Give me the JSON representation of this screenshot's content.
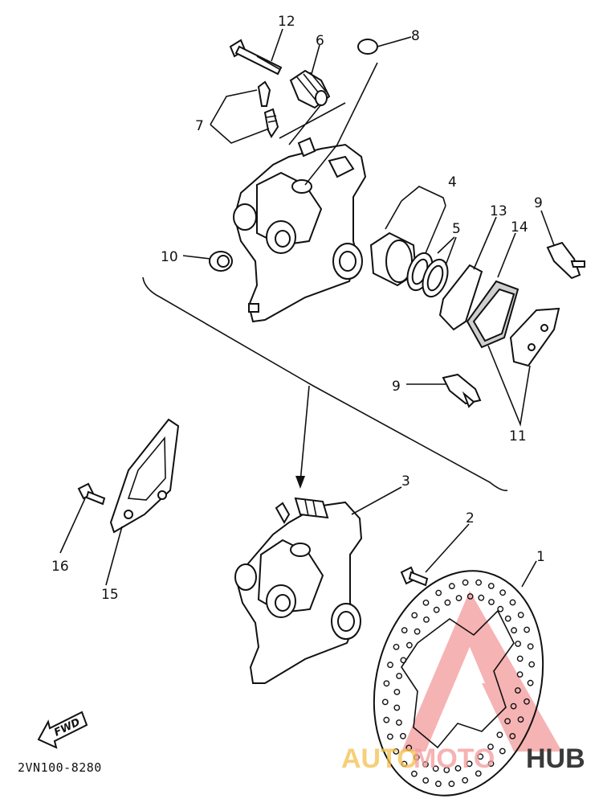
{
  "diagram": {
    "code": "2VN100-8280",
    "fwd_label": "FWD",
    "callouts": [
      {
        "id": "1",
        "label": "1"
      },
      {
        "id": "2",
        "label": "2"
      },
      {
        "id": "3",
        "label": "3"
      },
      {
        "id": "4",
        "label": "4"
      },
      {
        "id": "5",
        "label": "5"
      },
      {
        "id": "6",
        "label": "6"
      },
      {
        "id": "7",
        "label": "7"
      },
      {
        "id": "8",
        "label": "8"
      },
      {
        "id": "9a",
        "label": "9"
      },
      {
        "id": "9b",
        "label": "9"
      },
      {
        "id": "10",
        "label": "10"
      },
      {
        "id": "11",
        "label": "11"
      },
      {
        "id": "12",
        "label": "12"
      },
      {
        "id": "13",
        "label": "13"
      },
      {
        "id": "14",
        "label": "14"
      },
      {
        "id": "15",
        "label": "15"
      },
      {
        "id": "16",
        "label": "16"
      }
    ]
  },
  "watermark": {
    "part1": "AUTO",
    "part2": "MOTO",
    "part3": "HUB",
    "color_main": "#f0a0a0",
    "color_hub": "#3a3a3a",
    "color_auto": "#f5c04a"
  }
}
